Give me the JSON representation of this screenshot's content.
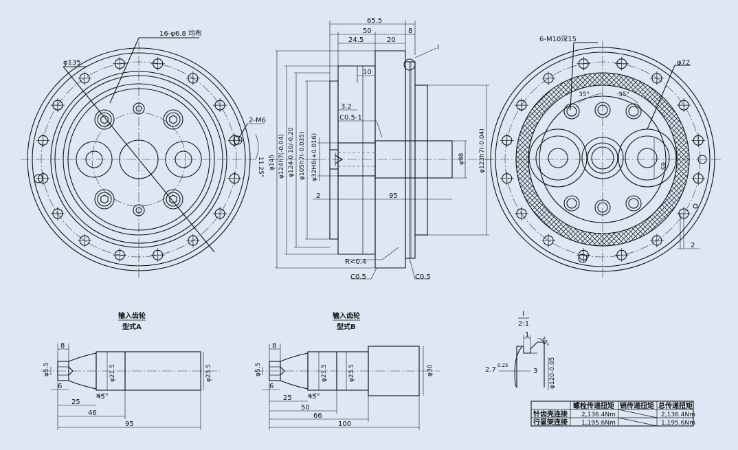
{
  "labels": {
    "holes_16": "16-φ6.8 均布",
    "d135": "φ135",
    "m6": "2-M6",
    "ang1125": "11.25°",
    "m10": "6-M10深15",
    "d72": "φ72",
    "a35a": "35°",
    "a35b": "35°",
    "dim65v": "65",
    "dim2r": "2",
    "detail_tag": "I"
  },
  "side": {
    "d655": "65.5",
    "d50": "50",
    "d8": "8",
    "d245": "24.5",
    "d20": "20",
    "d10": "10",
    "d32": "3.2",
    "c051": "C0.5-1",
    "d2": "2",
    "d95": "95",
    "r04": "R<0.4",
    "c05a": "C0.5",
    "c05b": "C0.5",
    "dia145": "φ145",
    "dia124a": "φ124h7(-0.04)",
    "dia124b": "φ124-0.10/-0.20",
    "dia105": "φ105h7(-0.035)",
    "dia32": "φ32H6(+0.016)",
    "dia98": "φ98",
    "dia123": "φ123h7(-0.04)"
  },
  "typeA": {
    "title1": "输入齿轮",
    "title2": "型式A",
    "d8": "8",
    "d55": "φ5.5",
    "d215": "φ21.5",
    "d235": "φ23.5",
    "d6": "6",
    "d25": "25",
    "a45": "45°",
    "d46": "46",
    "d95": "95"
  },
  "typeB": {
    "title1": "输入齿轮",
    "title2": "型式B",
    "d8": "8",
    "d55": "φ5.5",
    "d215": "φ21.5",
    "d235": "φ23.5",
    "d30": "φ30",
    "d6": "6",
    "d25": "25",
    "a45": "45°",
    "d50": "50",
    "d66": "66",
    "d100": "100"
  },
  "detail": {
    "tag": "I",
    "scale": "2:1",
    "d1": "1",
    "a30": "30°",
    "d27": "2.7",
    "tol": "0.25",
    "d3": "3",
    "d120": "φ120-0.05"
  },
  "table": {
    "headers": [
      "",
      "螺栓传递扭矩",
      "销传递扭矩",
      "总传递扭矩"
    ],
    "rows": [
      [
        "针齿壳连接",
        "2,136.4Nm",
        "",
        "2,136.4Nm"
      ],
      [
        "行星架连接",
        "1,195.6Nm",
        "",
        "1,195.6Nm"
      ]
    ]
  }
}
